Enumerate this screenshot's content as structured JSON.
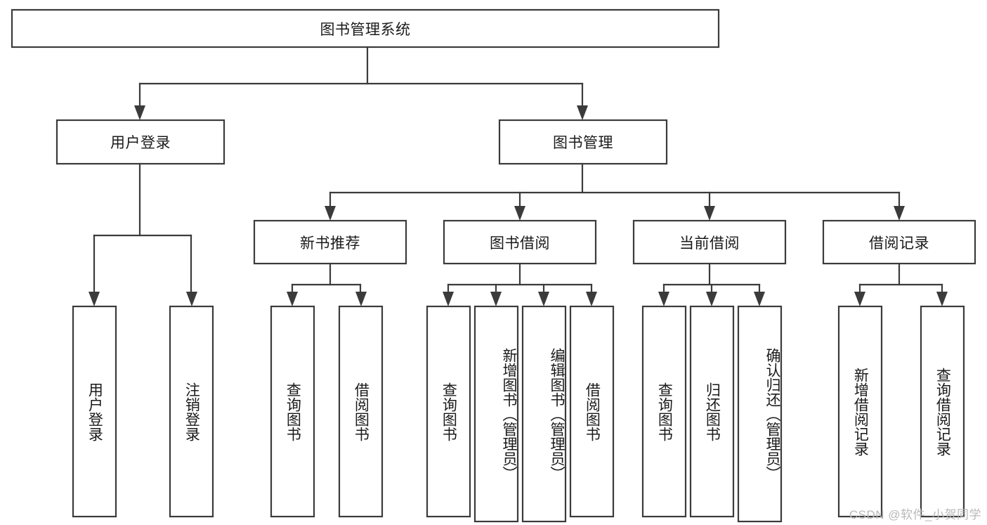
{
  "diagram": {
    "type": "tree-hierarchy-chart",
    "title": "图书管理系统",
    "colors": {
      "box_fill": "#ffffff",
      "box_stroke": "#3b3b3b",
      "text": "#1a1a1a",
      "background": "#ffffff",
      "watermark": "#b9b9b9"
    },
    "root": {
      "label": "图书管理系统",
      "orientation": "horizontal"
    },
    "level2": [
      {
        "label": "用户登录",
        "orientation": "horizontal"
      },
      {
        "label": "图书管理",
        "orientation": "horizontal"
      }
    ],
    "level3": [
      {
        "label": "新书推荐",
        "orientation": "horizontal"
      },
      {
        "label": "图书借阅",
        "orientation": "horizontal"
      },
      {
        "label": "当前借阅",
        "orientation": "horizontal"
      },
      {
        "label": "借阅记录",
        "orientation": "horizontal"
      }
    ],
    "leaves": {
      "user_login": [
        {
          "label": "用户登录",
          "orientation": "vertical"
        },
        {
          "label": "注销登录",
          "orientation": "vertical"
        }
      ],
      "new_book_recommend": [
        {
          "label": "查询图书",
          "orientation": "vertical"
        },
        {
          "label": "借阅图书",
          "orientation": "vertical"
        }
      ],
      "book_borrow": [
        {
          "label": "查询图书",
          "orientation": "vertical"
        },
        {
          "label": "新增图书（管理员）",
          "orientation": "vertical"
        },
        {
          "label": "编辑图书（管理员）",
          "orientation": "vertical"
        },
        {
          "label": "借阅图书",
          "orientation": "vertical"
        }
      ],
      "current_borrow": [
        {
          "label": "查询图书",
          "orientation": "vertical"
        },
        {
          "label": "归还图书",
          "orientation": "vertical"
        },
        {
          "label": "确认归还（管理员）",
          "orientation": "vertical"
        }
      ],
      "borrow_records": [
        {
          "label": "新增借阅记录",
          "orientation": "vertical"
        },
        {
          "label": "查询借阅记录",
          "orientation": "vertical"
        }
      ]
    },
    "watermark": "CSDN @软件_小贺同学"
  }
}
